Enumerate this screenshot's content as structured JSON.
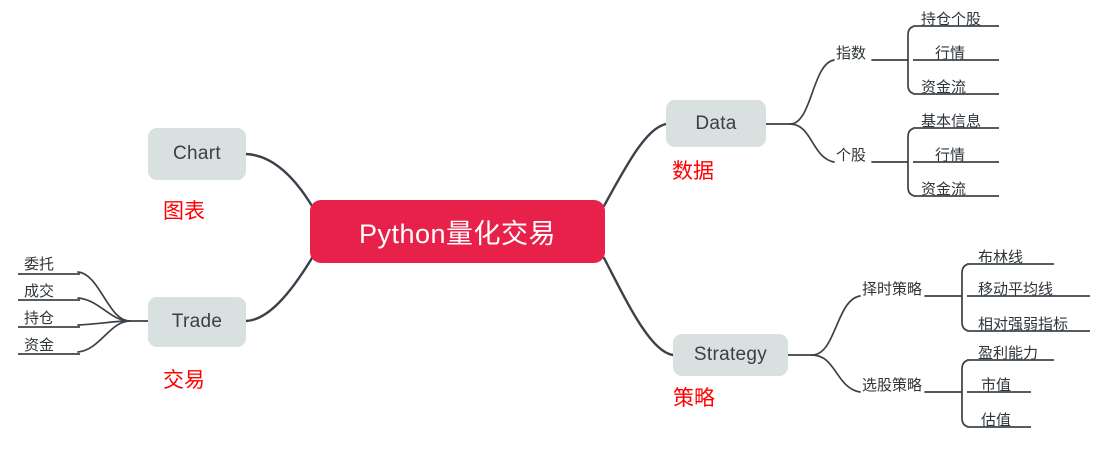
{
  "diagram": {
    "title": "Python量化交易",
    "type": "mindmap",
    "colors": {
      "center_fill": "#e8214b",
      "center_text": "#ffffff",
      "node_fill": "#d9e0e0",
      "node_text": "#3a4045",
      "annotation_text": "#ff0000",
      "connector": "#3a4148",
      "background": "#ffffff"
    }
  },
  "center": {
    "label": "Python量化交易"
  },
  "branches": {
    "chart": {
      "label": "Chart",
      "annotation": "图表"
    },
    "trade": {
      "label": "Trade",
      "annotation": "交易",
      "leaves": [
        {
          "label": "委托"
        },
        {
          "label": "成交"
        },
        {
          "label": "持仓"
        },
        {
          "label": "资金"
        }
      ]
    },
    "data": {
      "label": "Data",
      "annotation": "数据",
      "groups": [
        {
          "label": "指数",
          "leaves": [
            {
              "label": "持仓个股"
            },
            {
              "label": "行情"
            },
            {
              "label": "资金流"
            }
          ]
        },
        {
          "label": "个股",
          "leaves": [
            {
              "label": "基本信息"
            },
            {
              "label": "行情"
            },
            {
              "label": "资金流"
            }
          ]
        }
      ]
    },
    "strategy": {
      "label": "Strategy",
      "annotation": "策略",
      "groups": [
        {
          "label": "择时策略",
          "leaves": [
            {
              "label": "布林线"
            },
            {
              "label": "移动平均线"
            },
            {
              "label": "相对强弱指标"
            }
          ]
        },
        {
          "label": "选股策略",
          "leaves": [
            {
              "label": "盈利能力"
            },
            {
              "label": "市值"
            },
            {
              "label": "估值"
            }
          ]
        }
      ]
    }
  }
}
